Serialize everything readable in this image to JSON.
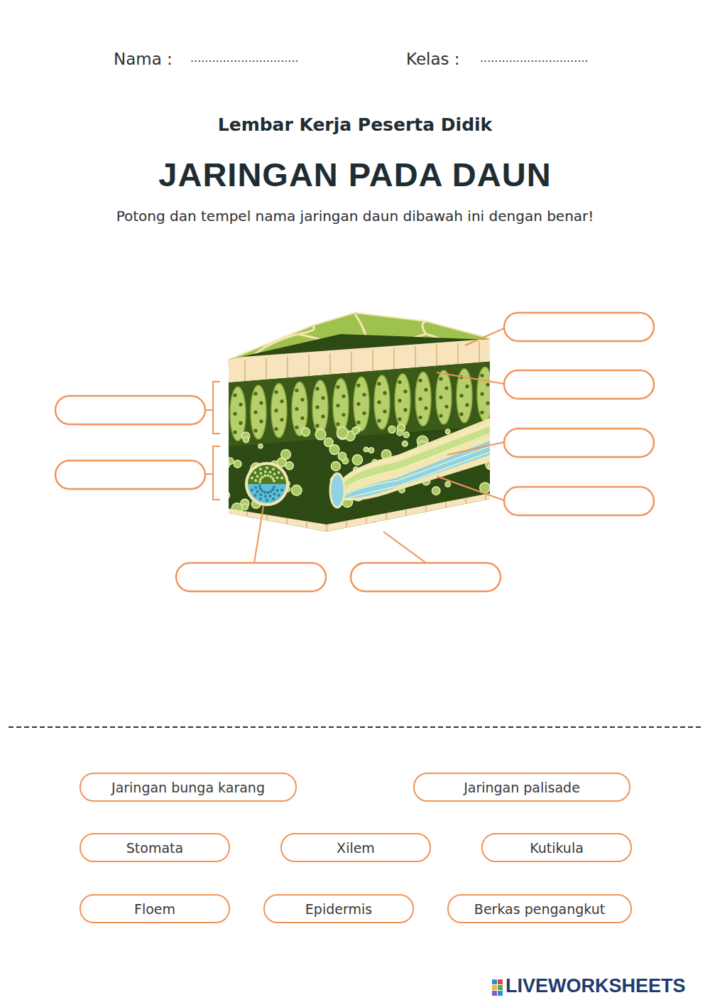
{
  "diagram": {
    "title": "JARINGAN PADA DAUN",
    "nodes": [
      {
        "text": [
          "Jaringan bunga karang"
        ]
      },
      {
        "text": [
          "Jaringan palisade"
        ]
      },
      {
        "text": [
          "Stomata"
        ]
      },
      {
        "text": [
          "Xilem"
        ]
      },
      {
        "text": [
          "Kutikula"
        ]
      },
      {
        "text": [
          "Floem"
        ]
      },
      {
        "text": [
          "Epidermis"
        ]
      },
      {
        "text": [
          "Berkas pengangkut"
        ]
      }
    ],
    "labels": [
      "Nama :",
      "..............................",
      "Kelas :",
      "..............................",
      "Lembar Kerja Peserta Didik",
      "Potong dan tempel nama jaringan daun dibawah ini dengan benar!",
      "LIVEWORKSHEETS"
    ]
  }
}
